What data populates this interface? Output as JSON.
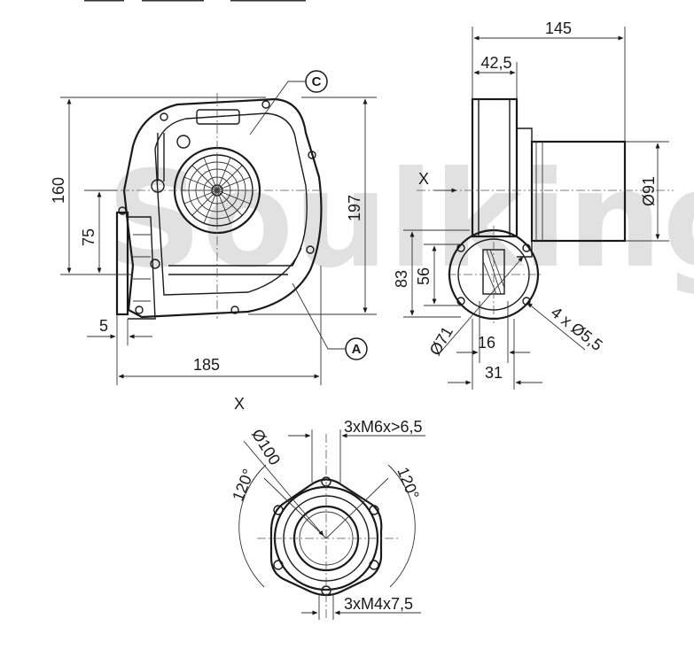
{
  "watermark": "Soulking",
  "front_view": {
    "dims": {
      "height_total": "160",
      "height_outlet": "75",
      "flange_offset": "5",
      "width_total": "185",
      "height_side": "197"
    },
    "callouts": {
      "a": "A",
      "c": "C"
    },
    "section_mark": "X"
  },
  "side_view": {
    "section_mark": "X",
    "dims": {
      "depth_total": "145",
      "depth_housing": "42,5",
      "motor_diameter": "Ø91",
      "outlet_height": "83",
      "outlet_center": "56",
      "outlet_diameter": "Ø71",
      "hole_spacing": "16",
      "flange_width": "31",
      "holes": "4 x Ø5,5"
    }
  },
  "flange_view": {
    "pcd": "Ø100",
    "angle_left": "120°",
    "angle_right": "120°",
    "thread_top": "3xM6x>6,5",
    "thread_bottom": "3xM4x7,5"
  }
}
